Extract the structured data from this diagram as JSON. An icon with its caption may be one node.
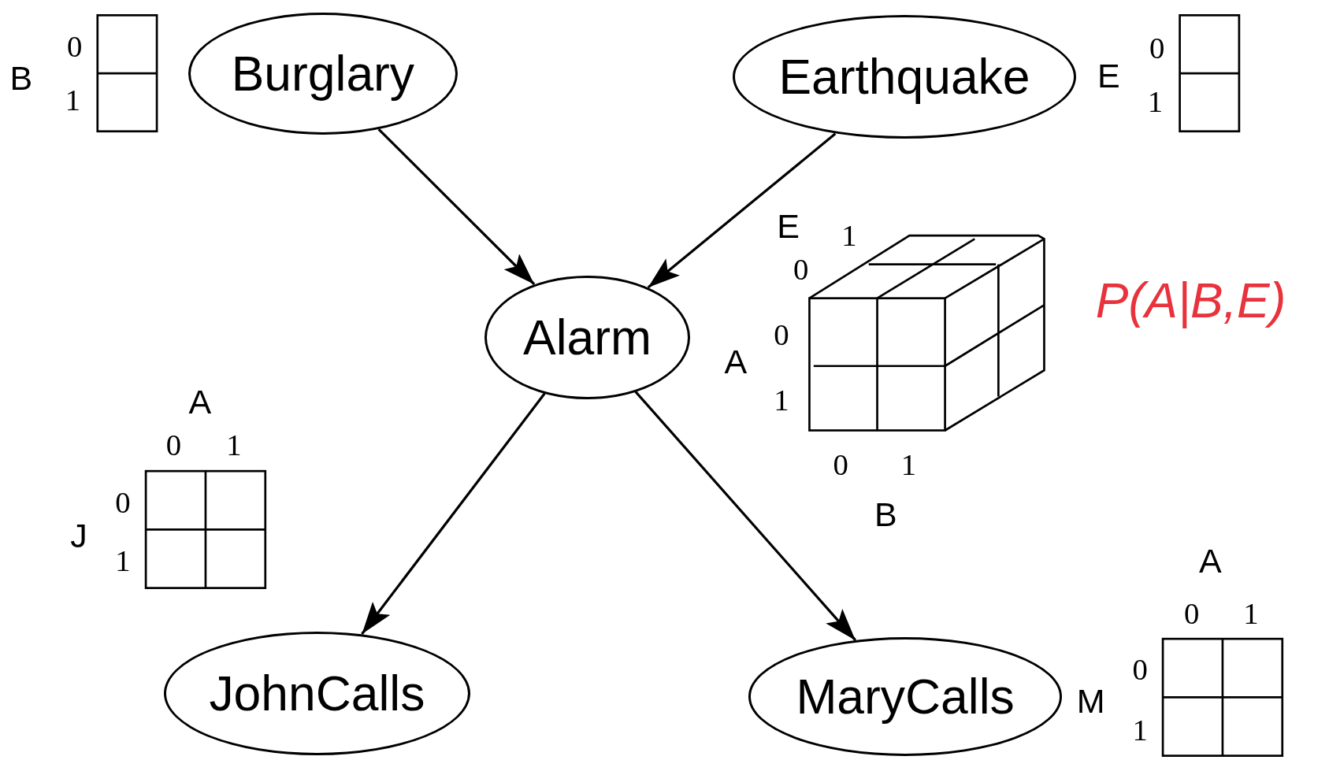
{
  "diagram": {
    "nodes": [
      {
        "text": [
          "Burglary"
        ]
      },
      {
        "text": [
          "Earthquake"
        ]
      },
      {
        "text": [
          "Alarm"
        ]
      },
      {
        "text": [
          "JohnCalls"
        ]
      },
      {
        "text": [
          "MaryCalls"
        ]
      }
    ],
    "edges": [
      {
        "from": 0,
        "to": 2,
        "arrow": "to"
      },
      {
        "from": 1,
        "to": 2,
        "arrow": "to"
      },
      {
        "from": 2,
        "to": 3,
        "arrow": "to"
      },
      {
        "from": 2,
        "to": 4,
        "arrow": "to"
      }
    ],
    "labels": [
      "B",
      "0",
      "1",
      "E",
      "0",
      "1",
      "E",
      "1",
      "0",
      "0",
      "A",
      "1",
      "0",
      "1",
      "B",
      "P(A|B,E)",
      "A",
      "0",
      "1",
      "0",
      "J",
      "1",
      "A",
      "0",
      "1",
      "0",
      "M",
      "1"
    ]
  }
}
